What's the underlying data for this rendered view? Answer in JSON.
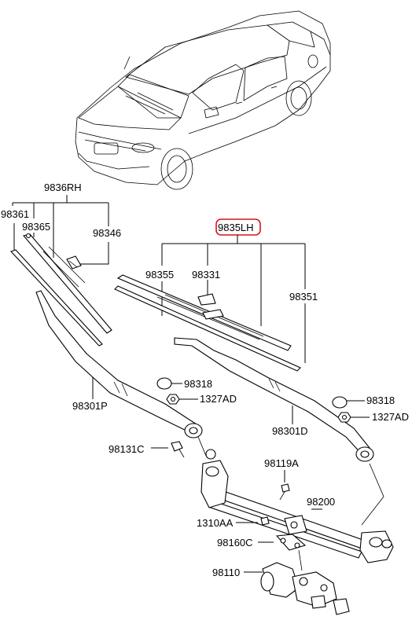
{
  "labels": {
    "rh_assy": "9836RH",
    "lh_assy": "9835LH",
    "rh_insert": "98361",
    "rh_blade": "98365",
    "rh_clip": "98346",
    "lh_blade": "98355",
    "lh_clip": "98331",
    "lh_insert": "98351",
    "arm_rh": "98301P",
    "arm_lh": "98301D",
    "cap_rh": "98318",
    "cap_lh": "98318",
    "nut_rh": "1327AD",
    "nut_lh": "1327AD",
    "bolt_linkage": "98131C",
    "bolt_motor_bracket": "98119A",
    "linkage": "98200",
    "bolt_small": "1310AA",
    "bracket": "98160C",
    "motor": "98110"
  },
  "colors": {
    "highlight": "#d9141b",
    "line": "#000000"
  },
  "icons": [
    "car-illustration",
    "wiper-blade",
    "wiper-arm",
    "linkage-assembly",
    "wiper-motor",
    "nut",
    "bolt",
    "cap"
  ]
}
